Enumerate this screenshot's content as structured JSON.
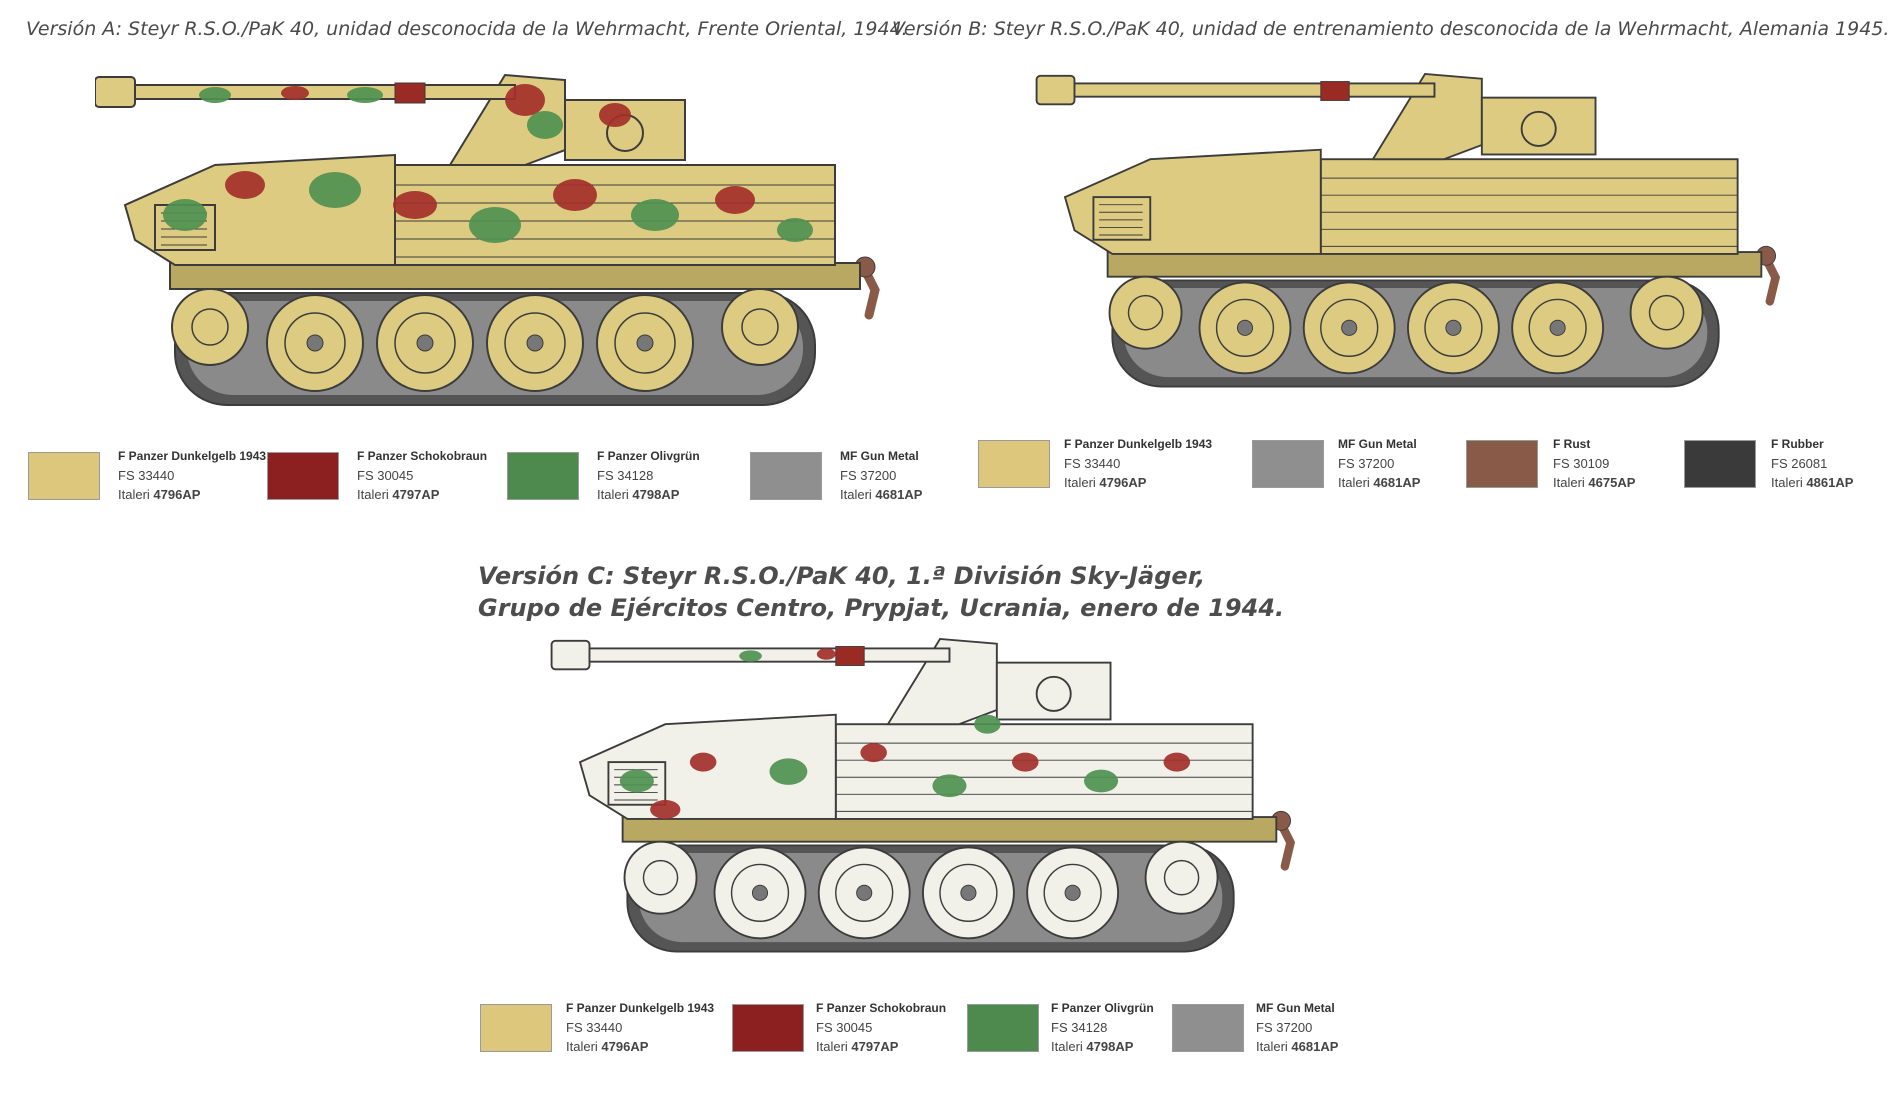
{
  "versions": {
    "a": {
      "caption": "Versión A: Steyr R.S.O./PaK 40, unidad desconocida de la Wehrmacht, Frente Oriental, 1944.",
      "paints": [
        {
          "name": "F Panzer Dunkelgelb 1943",
          "fs": "FS 33440",
          "brand": "Italeri",
          "code": "4796AP",
          "color": "#dcc77c"
        },
        {
          "name": "F Panzer Schokobraun",
          "fs": "FS 30045",
          "brand": "Italeri",
          "code": "4797AP",
          "color": "#8c1f1f"
        },
        {
          "name": "F Panzer Olivgrün",
          "fs": "FS 34128",
          "brand": "Italeri",
          "code": "4798AP",
          "color": "#4e8a4e"
        },
        {
          "name": "MF Gun Metal",
          "fs": "FS 37200",
          "brand": "Italeri",
          "code": "4681AP",
          "color": "#8f8f8f"
        }
      ]
    },
    "b": {
      "caption": "Versión B: Steyr R.S.O./PaK 40, unidad de entrenamiento desconocida de la Wehrmacht, Alemania 1945.",
      "paints": [
        {
          "name": "F Panzer Dunkelgelb 1943",
          "fs": "FS 33440",
          "brand": "Italeri",
          "code": "4796AP",
          "color": "#dcc77c"
        },
        {
          "name": "MF Gun Metal",
          "fs": "FS 37200",
          "brand": "Italeri",
          "code": "4681AP",
          "color": "#8f8f8f"
        },
        {
          "name": "F Rust",
          "fs": "FS 30109",
          "brand": "Italeri",
          "code": "4675AP",
          "color": "#8a5a48"
        },
        {
          "name": "F Rubber",
          "fs": "FS 26081",
          "brand": "Italeri",
          "code": "4861AP",
          "color": "#3a3a3a"
        }
      ]
    },
    "c": {
      "caption_line1": "Versión C: Steyr R.S.O./PaK 40, 1.ª División Sky-Jäger,",
      "caption_line2": "Grupo de Ejércitos Centro, Prypjat, Ucrania, enero de 1944.",
      "paints": [
        {
          "name": "F Panzer Dunkelgelb 1943",
          "fs": "FS 33440",
          "brand": "Italeri",
          "code": "4796AP",
          "color": "#dcc77c"
        },
        {
          "name": "F Panzer Schokobraun",
          "fs": "FS 30045",
          "brand": "Italeri",
          "code": "4797AP",
          "color": "#8c1f1f"
        },
        {
          "name": "F Panzer Olivgrün",
          "fs": "FS 34128",
          "brand": "Italeri",
          "code": "4798AP",
          "color": "#4e8a4e"
        },
        {
          "name": "MF Gun Metal",
          "fs": "FS 37200",
          "brand": "Italeri",
          "code": "4681AP",
          "color": "#8f8f8f"
        }
      ]
    }
  },
  "hull_colors": {
    "sand": "#dccb80",
    "sand_dark": "#b9a862",
    "green": "#4f9150",
    "red": "#a3302a",
    "white": "#f1f1ea",
    "track": "#555555",
    "outline": "#3c3c3c",
    "hook": "#8a5a48"
  }
}
